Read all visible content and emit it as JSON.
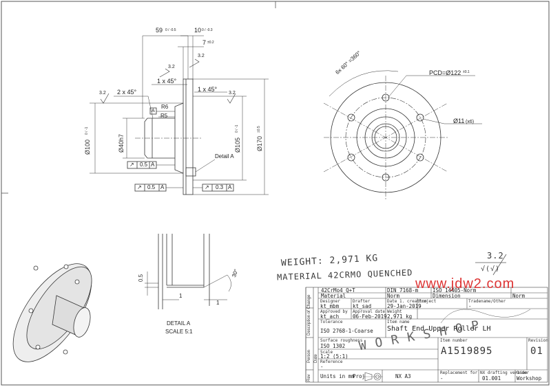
{
  "drawing": {
    "material_code": "42CrMo4 Q+T",
    "std_top": "DIN 7168-m",
    "std_top2": "ISO 14405-Norm",
    "header_material": "Material",
    "header_norm": "Norm",
    "header_dimension": "Dimension",
    "header_norm2": "Norm",
    "designer_label": "Designer",
    "designer": "kt_mbm",
    "drafter_label": "Drafter",
    "drafter": "kt_sad",
    "created_label": "Date 1. creation",
    "created": "29-Jan-2019",
    "project_label": "Project",
    "project": "-",
    "tradename_label": "Tradename/Other",
    "tradename": "-",
    "approved_label": "Approved by",
    "approved": "kt_ach",
    "approval_date_label": "Approval date",
    "approval_date": "06-Feb-2019",
    "weight_label": "Weight",
    "weight": "2,971 kg",
    "tolerance_label": "Tolerance",
    "tolerance": "ISO 2768-1-Coarse",
    "itemname_label": "Item name",
    "itemname": "Shaft End Upper Roller LH",
    "surface_label": "Surface roughness",
    "surface": "ISO 1302",
    "itemnumber_label": "Item number",
    "itemnumber": "A1519895",
    "revision_label": "Revision",
    "revision": "01",
    "scale_label": "Scale",
    "scale": "1:2 (5:1)",
    "reference_label": "Reference",
    "reference": "-",
    "units": "Units in mm",
    "proj": "Proj",
    "paper": "NX A3",
    "replacement_label": "Replacement for",
    "replacement": "-",
    "nx_version_label": "NX drafting version",
    "nx_version": "01.001",
    "order_label": "Order",
    "order": "Workshop",
    "side_labels": [
      "Description of Change",
      "Person",
      "Date",
      "Rev"
    ]
  },
  "annotations": {
    "weight_note": "WEIGHT: 2,971 KG",
    "material_note": "MATERIAL 42CRMO QUENCHED",
    "roughness_note": "3.2",
    "roughness_note2": "√(√)",
    "scribble": "W O R K   S H O P",
    "watermark": "www.jdw2.com"
  },
  "dimensions": {
    "d59": "59",
    "d59tol": "0 / -0.5",
    "d10": "10",
    "d10tol": "0 / -0.3",
    "d7": "7",
    "d7tol": "±0.2",
    "cham1": "1 x 45°",
    "cham2": "1 x 45°",
    "cham3": "2 x 45°",
    "r6": "R6",
    "r5": "R5",
    "a_datum": "A",
    "d100": "Ø100",
    "d100tol": "0 / -1",
    "d40": "Ø40h7",
    "d105": "Ø105",
    "d105tol": "0 / -1",
    "d170": "Ø170",
    "d170tol": "±0.5",
    "detail_a": "Detail A",
    "runout1": "0.5",
    "runout2": "0.5",
    "runout3": "0.3",
    "rough1": "3.2",
    "rough2": "3.2",
    "rough3": "3.2",
    "rough4": "3.2",
    "rough5": "3.2",
    "holes": "6x 60° =360°",
    "pcd": "PCD=Ø122",
    "pcdtol": "±0.1",
    "d11": "Ø11",
    "d11x": "(x6)",
    "detail_title": "DETAIL A",
    "detail_scale": "SCALE 5:1",
    "det_05": "0.5",
    "det_1a": "1",
    "det_1b": "1",
    "det_30": "30°"
  }
}
